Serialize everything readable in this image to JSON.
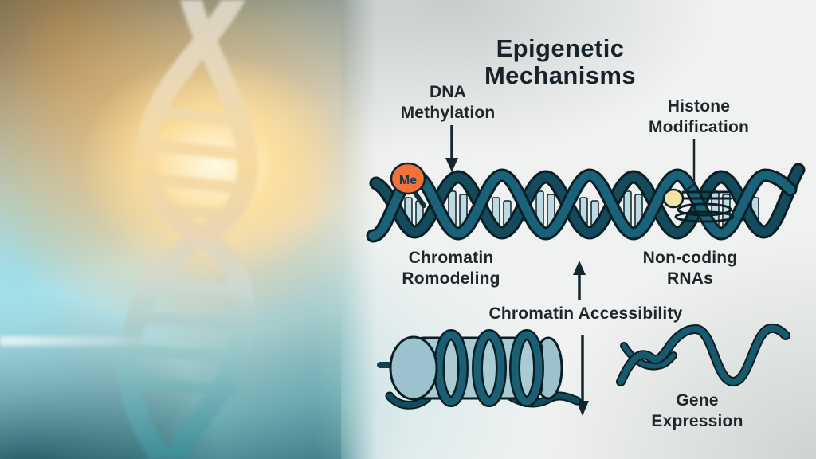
{
  "title": "Epigenetic Mechanisms",
  "labels": {
    "dna_methylation": "DNA\nMethylation",
    "histone_modification": "Histone\nModification",
    "chromatin_remodeling": "Chromatin\nRomodeling",
    "non_coding_rnas": "Non-coding\nRNAs",
    "chromatin_accessibility": "Chromatin Accessibility",
    "gene_expression": "Gene\nExpression",
    "methyl_badge": "Me"
  },
  "icons": {
    "methyl_badge": "orange circle labelled Me attached to DNA",
    "histone_disc": "pale-yellow disc on stacked histone coils",
    "dna_helix": "horizontal dark-teal double helix",
    "nucleosome": "chromatin spool wrapped by DNA",
    "rna_strand": "single wavy RNA strand",
    "photo": "3D DNA double helix with warm glow"
  },
  "colors": {
    "accent_orange": "#f4713c",
    "histone_yellow": "#f1e3a3",
    "teal_dark": "#175a6d",
    "teal_outline": "#0a1e25",
    "text_dark": "#1d262b",
    "nucleosome_fill": "#a9cbd3",
    "rung_fill": "#bcdae2",
    "photo_glow": "#ffd98e",
    "photo_teal": "#2c6f77"
  }
}
